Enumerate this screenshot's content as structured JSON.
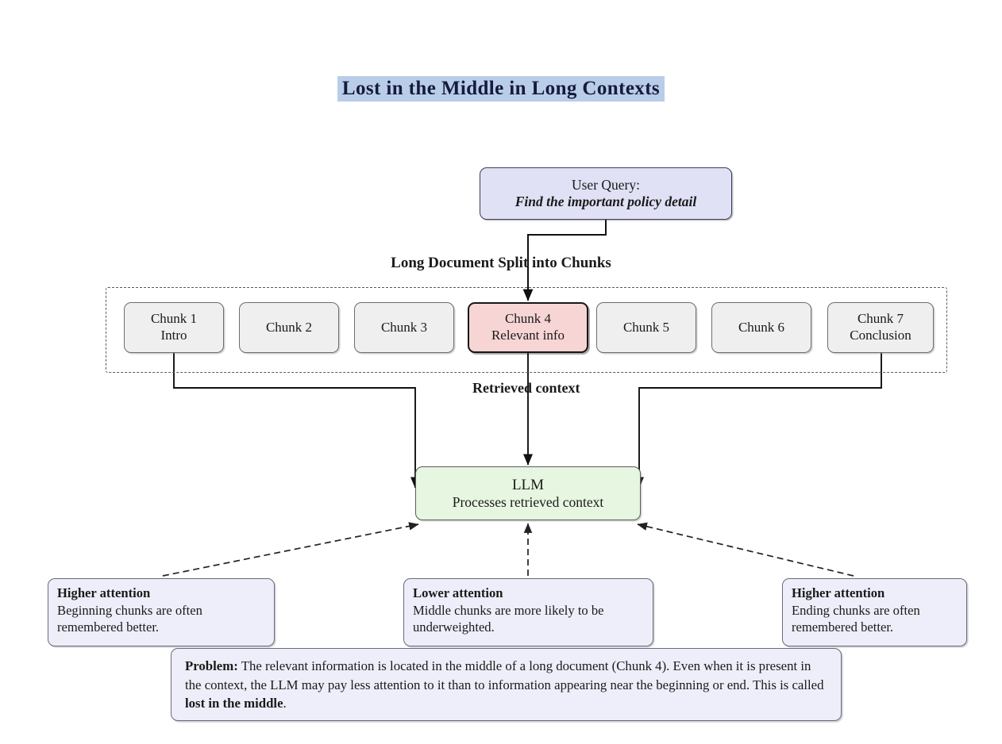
{
  "title": "Lost in the Middle in Long Contexts",
  "query_box": {
    "line1": "User Query:",
    "line2": "Find the important policy detail"
  },
  "chunks_label": "Long Document Split into Chunks",
  "chunks": [
    {
      "line1": "Chunk 1",
      "line2": "Intro",
      "highlight": false
    },
    {
      "line1": "Chunk 2",
      "line2": "",
      "highlight": false
    },
    {
      "line1": "Chunk 3",
      "line2": "",
      "highlight": false
    },
    {
      "line1": "Chunk 4",
      "line2": "Relevant info",
      "highlight": true
    },
    {
      "line1": "Chunk 5",
      "line2": "",
      "highlight": false
    },
    {
      "line1": "Chunk 6",
      "line2": "",
      "highlight": false
    },
    {
      "line1": "Chunk 7",
      "line2": "Conclusion",
      "highlight": false
    }
  ],
  "retrieved_label": "Retrieved context",
  "llm_box": {
    "line1": "LLM",
    "line2": "Processes retrieved context"
  },
  "notes": {
    "left": {
      "heading": "Higher attention",
      "body": "Beginning chunks are often remembered better."
    },
    "middle": {
      "heading": "Lower attention",
      "body": "Middle chunks are more likely to be underweighted."
    },
    "right": {
      "heading": "Higher attention",
      "body": "Ending chunks are often remembered better."
    }
  },
  "problem": {
    "label": "Problem:",
    "text_before": " The relevant information is located in the middle of a long document (Chunk 4). Even when it is present in the context, the LLM may pay less attention to it than to information appearing near the beginning or end. This is called ",
    "emphasis": "lost in the middle",
    "text_after": "."
  },
  "colors": {
    "title_highlight": "#b9cde9",
    "query_fill": "#e1e1f6",
    "chunk_fill": "#efefef",
    "relevant_chunk_fill": "#f7d5d5",
    "llm_fill": "#e6f6e0",
    "note_fill": "#eeeefa",
    "line": "#111111"
  }
}
